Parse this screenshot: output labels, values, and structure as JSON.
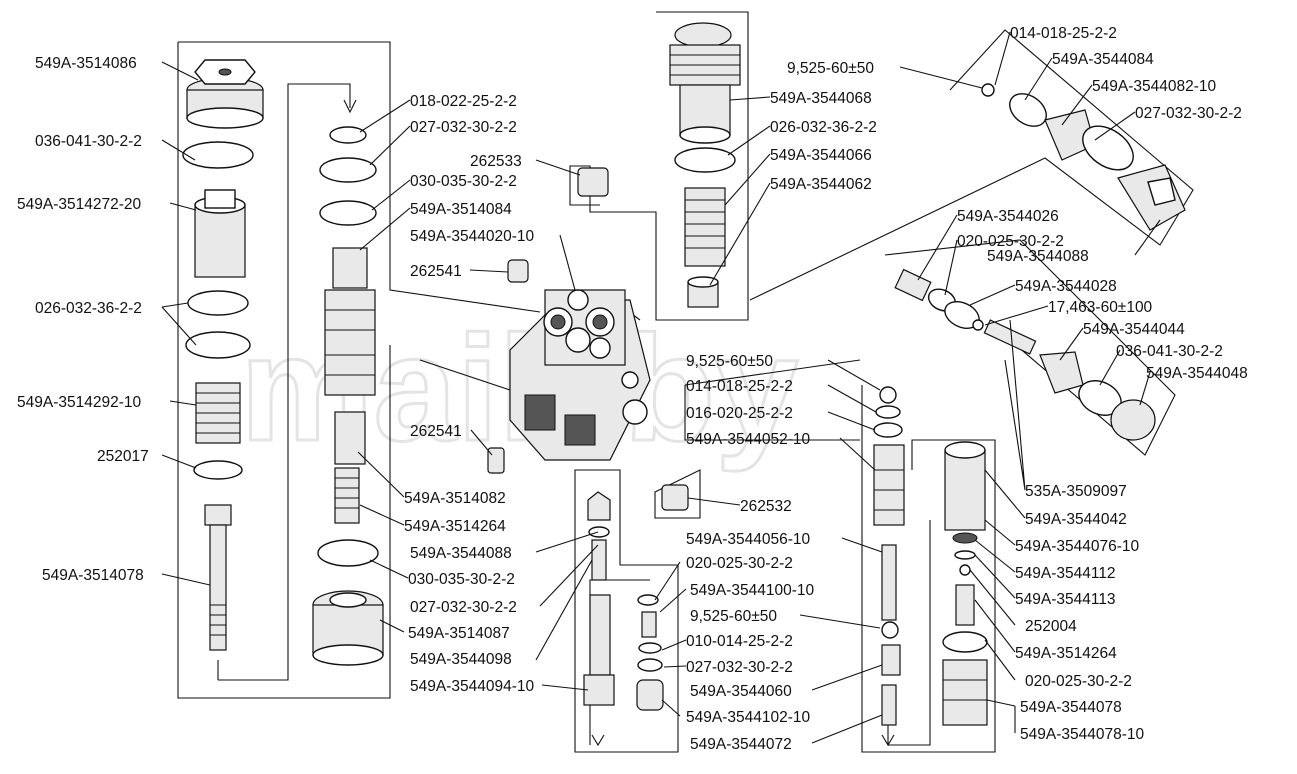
{
  "watermark": "maik.by",
  "labels": [
    {
      "id": "l1",
      "text": "549A-3514086"
    },
    {
      "id": "l2",
      "text": "036-041-30-2-2"
    },
    {
      "id": "l3",
      "text": "549A-3514272-20"
    },
    {
      "id": "l4",
      "text": "026-032-36-2-2"
    },
    {
      "id": "l5",
      "text": "549A-3514292-10"
    },
    {
      "id": "l6",
      "text": "252017"
    },
    {
      "id": "l7",
      "text": "549A-3514078"
    },
    {
      "id": "l8",
      "text": "018-022-25-2-2"
    },
    {
      "id": "l9",
      "text": "027-032-30-2-2"
    },
    {
      "id": "l10",
      "text": "030-035-30-2-2"
    },
    {
      "id": "l11",
      "text": "549A-3514084"
    },
    {
      "id": "l12",
      "text": "549A-3544020-10"
    },
    {
      "id": "l13",
      "text": "262533"
    },
    {
      "id": "l14",
      "text": "262541"
    },
    {
      "id": "l15",
      "text": "262541"
    },
    {
      "id": "l16",
      "text": "549A-3514082"
    },
    {
      "id": "l17",
      "text": "549A-3514264"
    },
    {
      "id": "l18",
      "text": "549A-3544088"
    },
    {
      "id": "l19",
      "text": "030-035-30-2-2"
    },
    {
      "id": "l20",
      "text": "027-032-30-2-2"
    },
    {
      "id": "l21",
      "text": "549A-3514087"
    },
    {
      "id": "l22",
      "text": "549A-3544098"
    },
    {
      "id": "l23",
      "text": "549A-3544094-10"
    },
    {
      "id": "l24",
      "text": "262532"
    },
    {
      "id": "l25",
      "text": "549A-3544068"
    },
    {
      "id": "l26",
      "text": "026-032-36-2-2"
    },
    {
      "id": "l27",
      "text": "549A-3544066"
    },
    {
      "id": "l28",
      "text": "549A-3544062"
    },
    {
      "id": "l29",
      "text": "9,525-60±50"
    },
    {
      "id": "l30",
      "text": "014-018-25-2-2"
    },
    {
      "id": "l31",
      "text": "549A-3544084"
    },
    {
      "id": "l32",
      "text": "549A-3544082-10"
    },
    {
      "id": "l33",
      "text": "027-032-30-2-2"
    },
    {
      "id": "l34",
      "text": "549A-3544088"
    },
    {
      "id": "l35",
      "text": "549A-3544026"
    },
    {
      "id": "l36",
      "text": "020-025-30-2-2"
    },
    {
      "id": "l37",
      "text": "549A-3544028"
    },
    {
      "id": "l38",
      "text": "17,463-60±100"
    },
    {
      "id": "l39",
      "text": "549A-3544044"
    },
    {
      "id": "l40",
      "text": "036-041-30-2-2"
    },
    {
      "id": "l41",
      "text": "549A-3544048"
    },
    {
      "id": "l42",
      "text": "9,525-60±50"
    },
    {
      "id": "l43",
      "text": "014-018-25-2-2"
    },
    {
      "id": "l44",
      "text": "016-020-25-2-2"
    },
    {
      "id": "l45",
      "text": "549A-3544052-10"
    },
    {
      "id": "l46",
      "text": "535A-3509097"
    },
    {
      "id": "l47",
      "text": "549A-3544042"
    },
    {
      "id": "l48",
      "text": "549A-3544056-10"
    },
    {
      "id": "l49",
      "text": "549A-3544076-10"
    },
    {
      "id": "l50",
      "text": "020-025-30-2-2"
    },
    {
      "id": "l51",
      "text": "549A-3544112"
    },
    {
      "id": "l52",
      "text": "549A-3544100-10"
    },
    {
      "id": "l53",
      "text": "549A-3544113"
    },
    {
      "id": "l54",
      "text": "9,525-60±50"
    },
    {
      "id": "l55",
      "text": "252004"
    },
    {
      "id": "l56",
      "text": "010-014-25-2-2"
    },
    {
      "id": "l57",
      "text": "549A-3514264"
    },
    {
      "id": "l58",
      "text": "027-032-30-2-2"
    },
    {
      "id": "l59",
      "text": "020-025-30-2-2"
    },
    {
      "id": "l60",
      "text": "549A-3544060"
    },
    {
      "id": "l61",
      "text": "549A-3544102-10"
    },
    {
      "id": "l62",
      "text": "549A-3544078"
    },
    {
      "id": "l63",
      "text": "549A-3544072"
    },
    {
      "id": "l64",
      "text": "549A-3544078-10"
    }
  ]
}
